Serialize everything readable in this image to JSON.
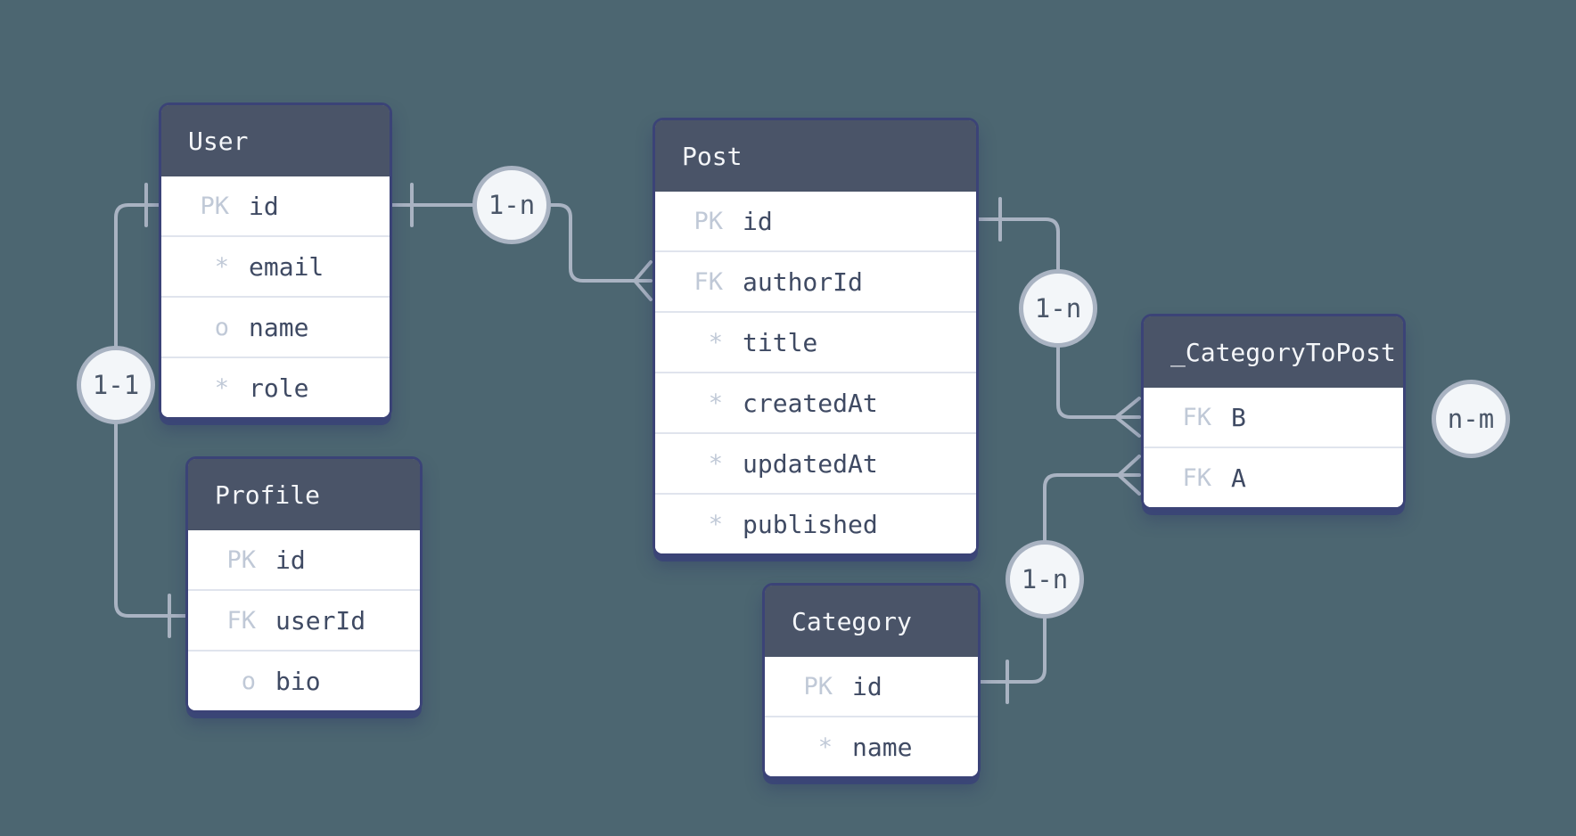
{
  "diagram": {
    "type": "entity-relationship-diagram",
    "colors": {
      "background": "#4c6671",
      "table_header": "#4a5468",
      "table_body": "#ffffff",
      "table_border": "#3b4377",
      "header_text": "#f4f6f9",
      "column_text": "#3f4a63",
      "key_text": "#c0c9d7",
      "connector": "#a9b3c2",
      "circle_fill": "#f3f6f9"
    },
    "tables": [
      {
        "name": "User",
        "columns": [
          {
            "key": "PK",
            "name": "id"
          },
          {
            "key": "*",
            "name": "email"
          },
          {
            "key": "o",
            "name": "name"
          },
          {
            "key": "*",
            "name": "role"
          }
        ]
      },
      {
        "name": "Profile",
        "columns": [
          {
            "key": "PK",
            "name": "id"
          },
          {
            "key": "FK",
            "name": "userId"
          },
          {
            "key": "o",
            "name": "bio"
          }
        ]
      },
      {
        "name": "Post",
        "columns": [
          {
            "key": "PK",
            "name": "id"
          },
          {
            "key": "FK",
            "name": "authorId"
          },
          {
            "key": "*",
            "name": "title"
          },
          {
            "key": "*",
            "name": "createdAt"
          },
          {
            "key": "*",
            "name": "updatedAt"
          },
          {
            "key": "*",
            "name": "published"
          }
        ]
      },
      {
        "name": "Category",
        "columns": [
          {
            "key": "PK",
            "name": "id"
          },
          {
            "key": "*",
            "name": "name"
          }
        ]
      },
      {
        "name": "_CategoryToPost",
        "columns": [
          {
            "key": "FK",
            "name": "B"
          },
          {
            "key": "FK",
            "name": "A"
          }
        ]
      }
    ],
    "relationships": [
      {
        "label": "1-n",
        "from": "User.id",
        "to": "Post.authorId"
      },
      {
        "label": "1-1",
        "from": "User.id",
        "to": "Profile.userId"
      },
      {
        "label": "1-n",
        "from": "Post.id",
        "to": "_CategoryToPost.B"
      },
      {
        "label": "1-n",
        "from": "Category.id",
        "to": "_CategoryToPost.A"
      },
      {
        "label": "n-m",
        "from": "Category",
        "to": "Post"
      }
    ]
  }
}
